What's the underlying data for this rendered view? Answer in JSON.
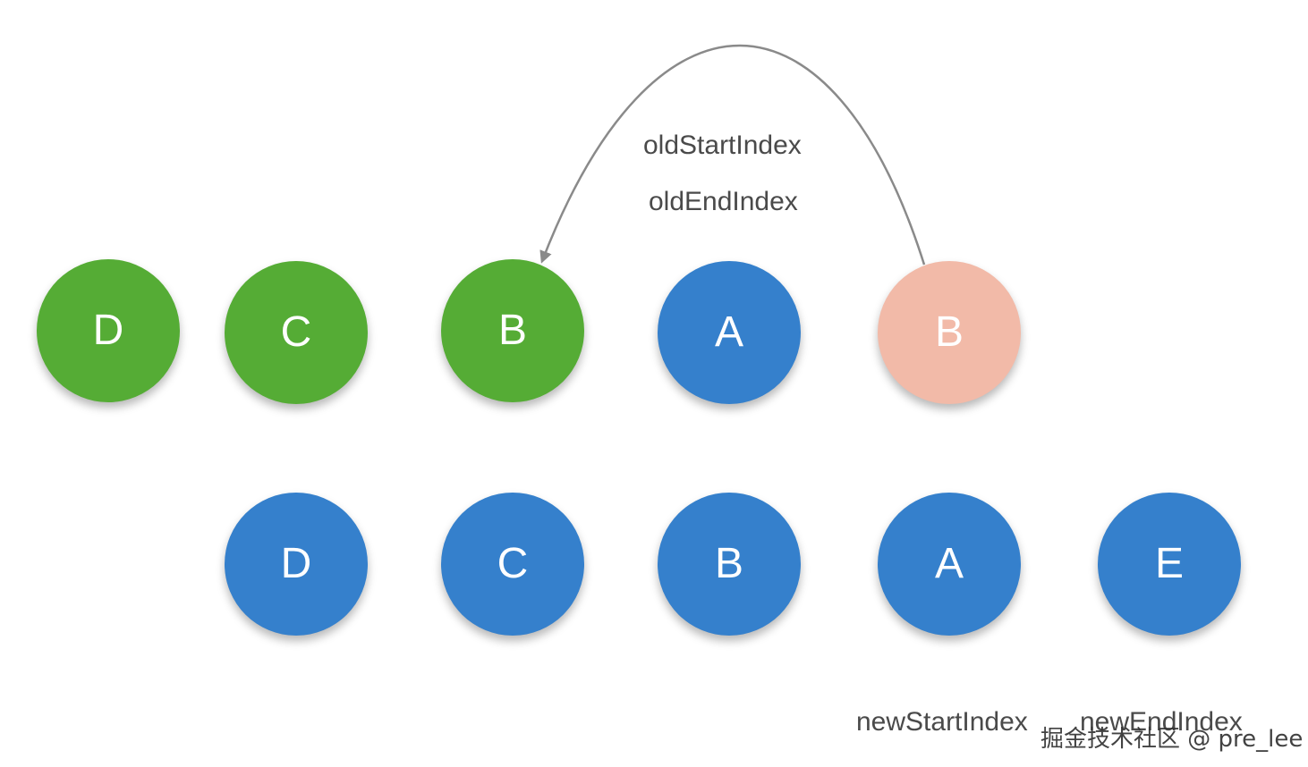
{
  "colors": {
    "green": "#55ac35",
    "blue": "#3580cc",
    "salmon": "#f2baa8",
    "arrow": "#8a8a8a",
    "text": "#4a4a4a"
  },
  "old_row": [
    {
      "label": "D",
      "color": "green"
    },
    {
      "label": "C",
      "color": "green"
    },
    {
      "label": "B",
      "color": "green"
    },
    {
      "label": "A",
      "color": "blue"
    },
    {
      "label": "B",
      "color": "salmon"
    }
  ],
  "new_row": [
    {
      "label": "D",
      "color": "blue"
    },
    {
      "label": "C",
      "color": "blue"
    },
    {
      "label": "B",
      "color": "blue"
    },
    {
      "label": "A",
      "color": "blue"
    },
    {
      "label": "E",
      "color": "blue"
    }
  ],
  "pointers": {
    "old_start": "oldStartIndex",
    "old_end": "oldEndIndex",
    "new_start": "newStartIndex",
    "new_end": "newEndIndex"
  },
  "watermark": "掘金技术社区 @ pre_lee"
}
